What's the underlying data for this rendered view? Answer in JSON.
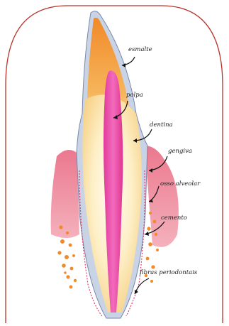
{
  "diagram": {
    "labels": {
      "esmalte": "esmalte",
      "polpa": "polpa",
      "dentina": "dentina",
      "gengiva": "gengiva",
      "osso_alveolar": "osso alveolar",
      "cemento": "cemento",
      "fibras_periodontais": "fibras periodontais"
    }
  }
}
